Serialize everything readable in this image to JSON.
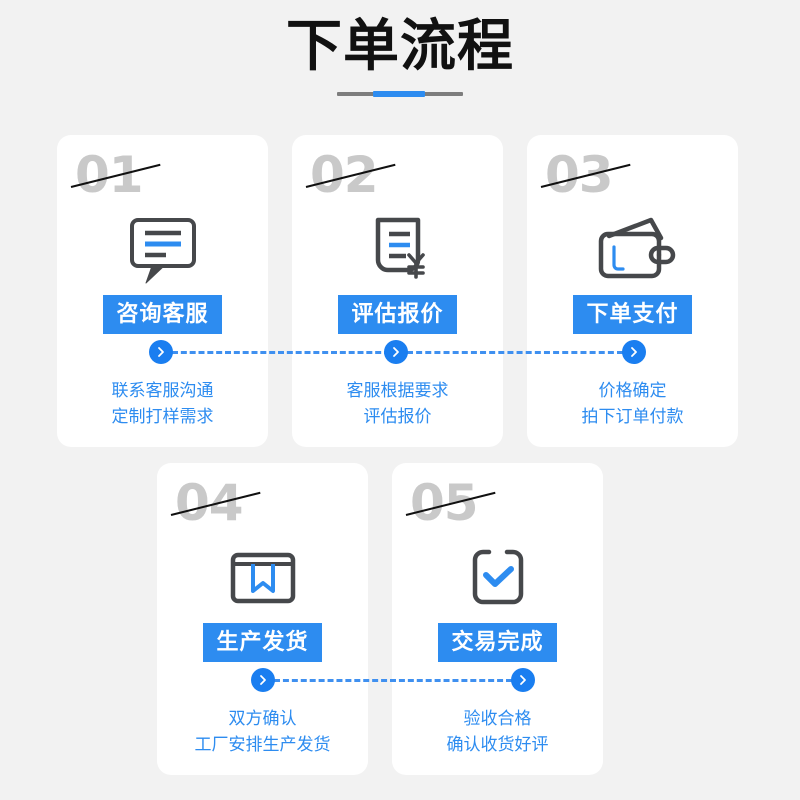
{
  "header": {
    "title": "下单流程",
    "underline_color": "#7d7d7d",
    "underline_accent_color": "#2d8cf0"
  },
  "theme": {
    "background": "#f2f2f2",
    "card_background": "#ffffff",
    "accent_blue": "#2d8cf0",
    "arrow_blue": "#1a7ef0",
    "number_gray": "#c9c9c9",
    "icon_outline": "#46484b",
    "title_black": "#111111"
  },
  "steps": [
    {
      "number": "01",
      "icon": "chat-bubble-icon",
      "badge": "咨询客服",
      "desc_line1": "联系客服沟通",
      "desc_line2": "定制打样需求"
    },
    {
      "number": "02",
      "icon": "invoice-document-yen-icon",
      "badge": "评估报价",
      "desc_line1": "客服根据要求",
      "desc_line2": "评估报价"
    },
    {
      "number": "03",
      "icon": "wallet-icon",
      "badge": "下单支付",
      "desc_line1": "价格确定",
      "desc_line2": "拍下订单付款"
    },
    {
      "number": "04",
      "icon": "package-box-icon",
      "badge": "生产发货",
      "desc_line1": "双方确认",
      "desc_line2": "工厂安排生产发货"
    },
    {
      "number": "05",
      "icon": "checkbox-check-icon",
      "badge": "交易完成",
      "desc_line1": "验收合格",
      "desc_line2": "确认收货好评"
    }
  ],
  "connectors": {
    "arrow_glyph": "chevron-right-icon",
    "row1_arrow_count": 3,
    "row2_arrow_count": 2,
    "line_style": "dashed"
  }
}
